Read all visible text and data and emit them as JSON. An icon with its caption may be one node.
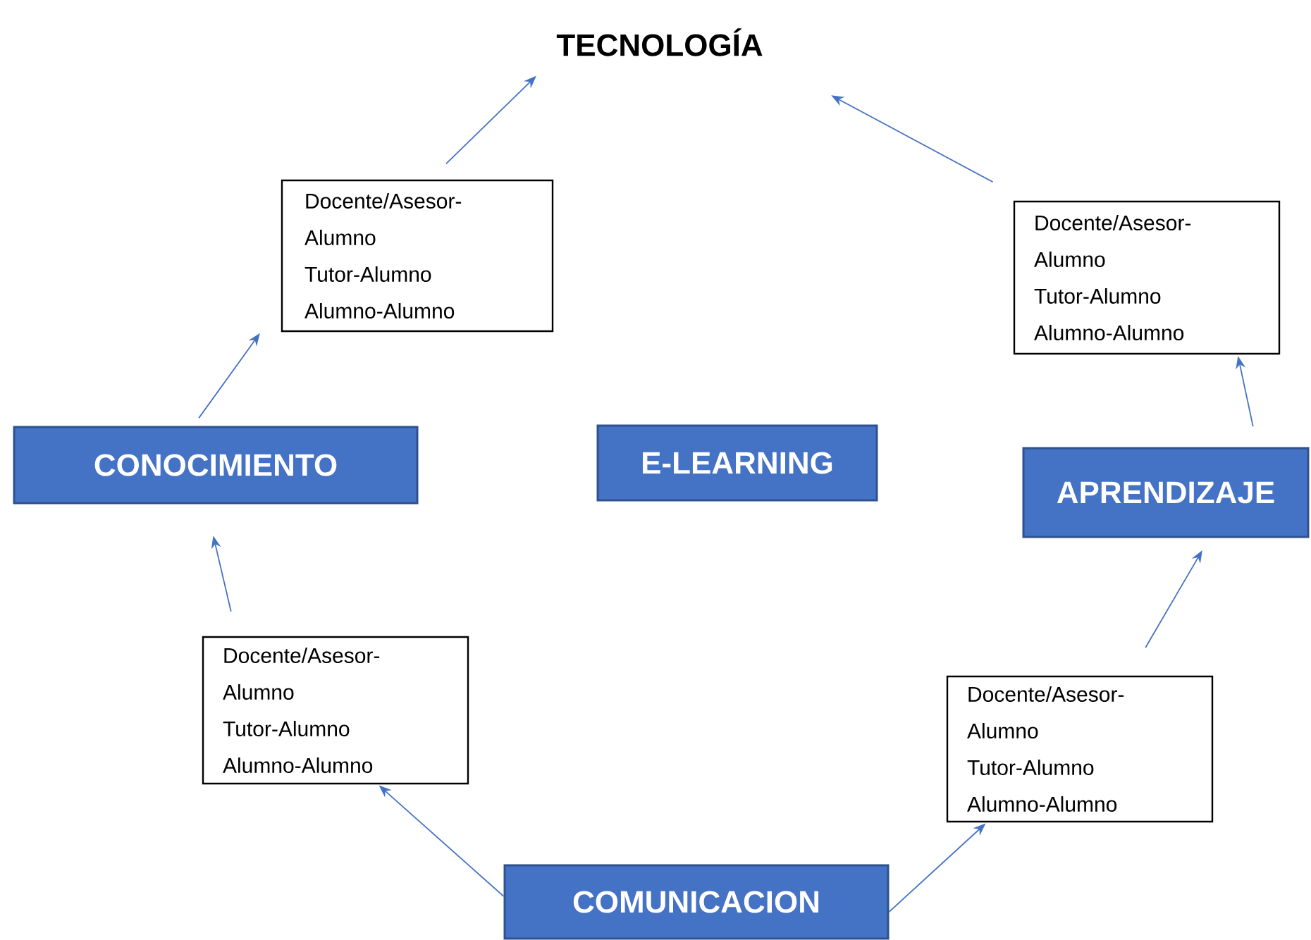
{
  "diagram": {
    "nodes": [
      {
        "text": [
          "TECNOLOGÍA"
        ]
      },
      {
        "text": [
          "Docente/Asesor-Alumno",
          "Tutor-Alumno",
          "Alumno-Alumno"
        ]
      },
      {
        "text": [
          "Docente/Asesor-Alumno",
          "Tutor-Alumno",
          "Alumno-Alumno"
        ]
      },
      {
        "text": [
          "CONOCIMIENTO"
        ]
      },
      {
        "text": [
          "E-LEARNING"
        ]
      },
      {
        "text": [
          "APRENDIZAJE"
        ]
      },
      {
        "text": [
          "Docente/Asesor-Alumno",
          "Tutor-Alumno",
          "Alumno-Alumno"
        ]
      },
      {
        "text": [
          "Docente/Asesor-Alumno",
          "Tutor-Alumno",
          "Alumno-Alumno"
        ]
      },
      {
        "text": [
          "COMUNICACION"
        ]
      }
    ],
    "edges": [
      {
        "from": 8,
        "to": 6,
        "arrow": "to"
      },
      {
        "from": 6,
        "to": 3,
        "arrow": "to"
      },
      {
        "from": 3,
        "to": 1,
        "arrow": "to"
      },
      {
        "from": 1,
        "to": 0,
        "arrow": "to"
      },
      {
        "from": 8,
        "to": 7,
        "arrow": "to"
      },
      {
        "from": 7,
        "to": 5,
        "arrow": "to"
      },
      {
        "from": 5,
        "to": 2,
        "arrow": "to"
      },
      {
        "from": 2,
        "to": 0,
        "arrow": "to"
      }
    ]
  }
}
